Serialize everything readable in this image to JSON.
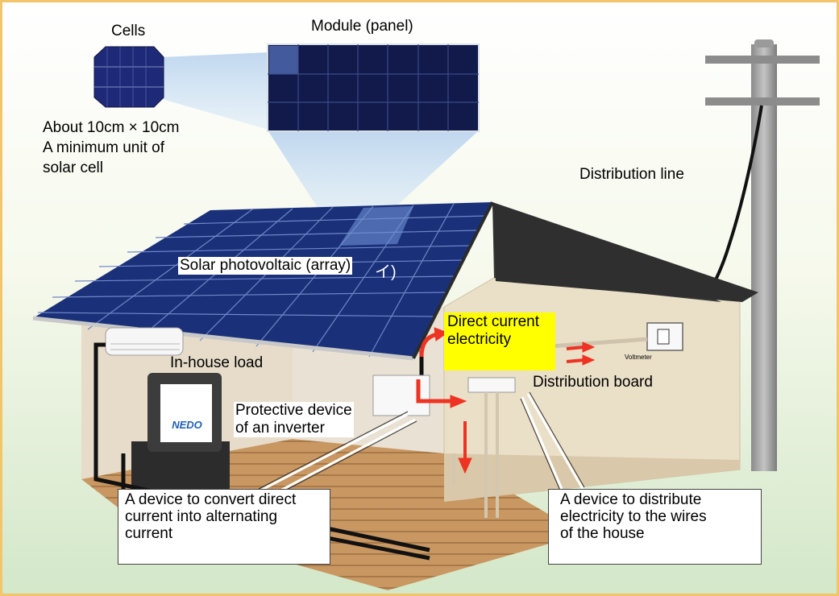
{
  "labels": {
    "cells": "Cells",
    "module": "Module (panel)",
    "cell_size": "About 10cm × 10cm",
    "cell_desc_1": "A minimum unit of",
    "cell_desc_2": "solar cell",
    "distribution_line": "Distribution line",
    "array": "Solar photovoltaic (array)",
    "array_jp_fragment": "イ)",
    "direct_current_1": "Direct current",
    "direct_current_2": "electricity",
    "in_house_load": "In-house load",
    "distribution_board": "Distribution board",
    "voltmeter": "Voltmeter",
    "inverter_1": "Protective device",
    "inverter_2": "of an inverter",
    "inverter_desc_1": "A device to convert direct",
    "inverter_desc_2": "current into alternating",
    "inverter_desc_3": "current",
    "board_desc_1": "A device to distribute",
    "board_desc_2": "electricity to the wires",
    "board_desc_3": "of the house",
    "appliance_logo": "NEDO"
  },
  "colors": {
    "frame": "#f3c56a",
    "sky_top": "#ffffff",
    "ground": "#d3e7c9",
    "panel": "#2a3f8f",
    "roof_dark": "#3a3a3a",
    "wall": "#e9dcc6",
    "floor": "#c99a62",
    "highlight": "#ffff00",
    "current_arrow": "#ee3322"
  }
}
